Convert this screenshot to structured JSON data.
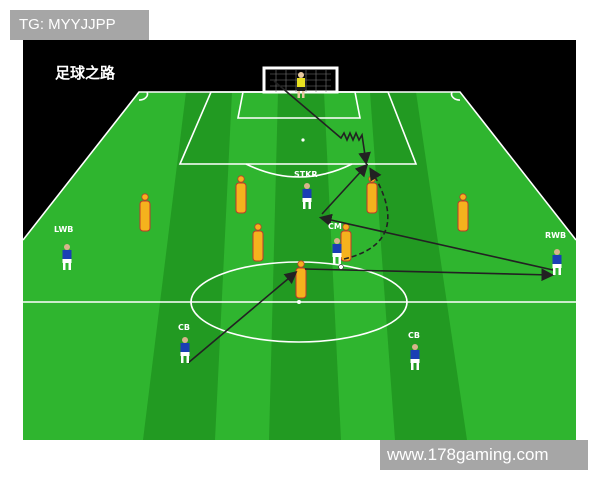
{
  "tag": {
    "text": "TG: MYYJJPP"
  },
  "diagram": {
    "title": "足球之路",
    "players": [
      {
        "label": "STKR"
      },
      {
        "label": "LWB"
      },
      {
        "label": "CM"
      },
      {
        "label": "RWB"
      },
      {
        "label": "CB"
      },
      {
        "label": "CB"
      }
    ],
    "colors": {
      "background": "#000000",
      "pitch_stripe_light": "#2fb52f",
      "pitch_stripe_dark": "#229a22",
      "lines": "#ffffff",
      "player_shirt": "#1a3fb5",
      "mannequin": "#f5b21d",
      "arrows": "#222222"
    }
  },
  "watermark": {
    "text": "www.178gaming.com"
  }
}
